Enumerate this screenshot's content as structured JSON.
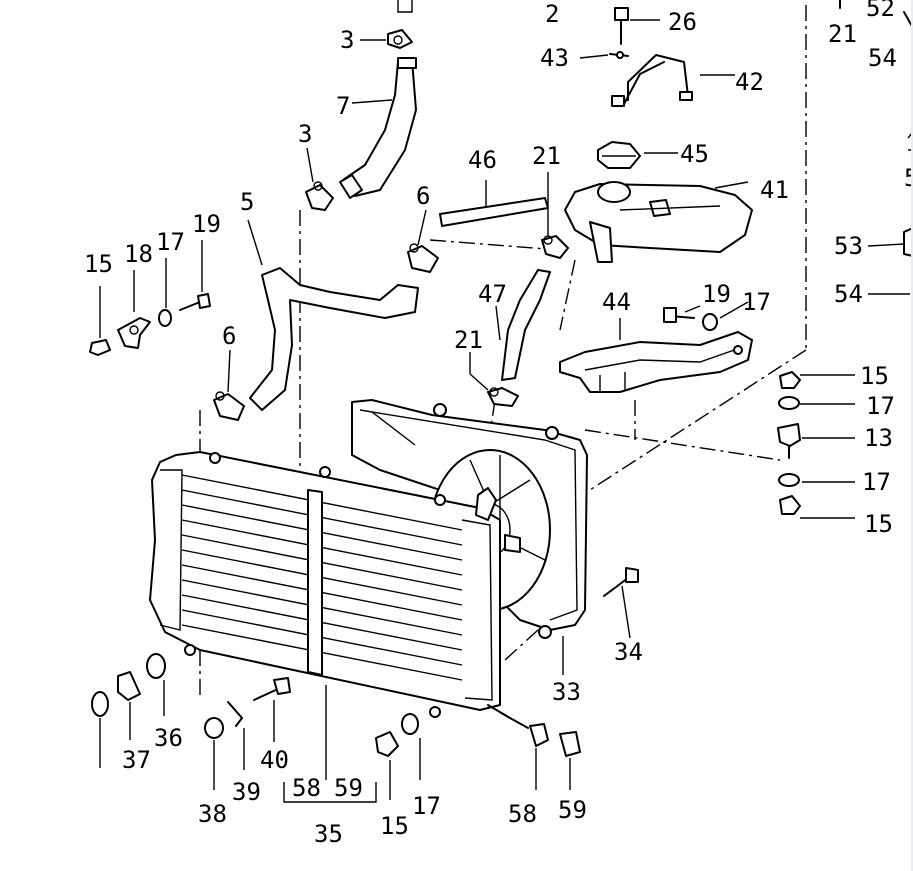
{
  "callouts": {
    "l_2": "2",
    "l_26": "26",
    "l_52": "52",
    "l_21_top": "21",
    "l_54_top": "54",
    "l_3_top": "3",
    "l_43": "43",
    "l_42": "42",
    "l_7": "7",
    "l_3_mid": "3",
    "l_46": "46",
    "l_21_tank": "21",
    "l_45": "45",
    "l_41": "41",
    "l_5_right": "5",
    "l_53": "53",
    "l_54_mid": "54",
    "l_5": "5",
    "l_6_top": "6",
    "l_15_left": "15",
    "l_18": "18",
    "l_17_left": "17",
    "l_19_left": "19",
    "l_47": "47",
    "l_44": "44",
    "l_19_right": "19",
    "l_17_right": "17",
    "l_6_mid": "6",
    "l_21_low": "21",
    "l_15_r1": "15",
    "l_17_r1": "17",
    "l_13": "13",
    "l_17_r2": "17",
    "l_15_r2": "15",
    "l_34": "34",
    "l_33": "33",
    "l_36": "36",
    "l_37": "37",
    "l_40": "40",
    "l_38": "38",
    "l_39": "39",
    "l_58_a": "58",
    "l_59_a": "59",
    "l_35": "35",
    "l_15_bot": "15",
    "l_17_bot": "17",
    "l_58_b": "58",
    "l_59_b": "59"
  }
}
